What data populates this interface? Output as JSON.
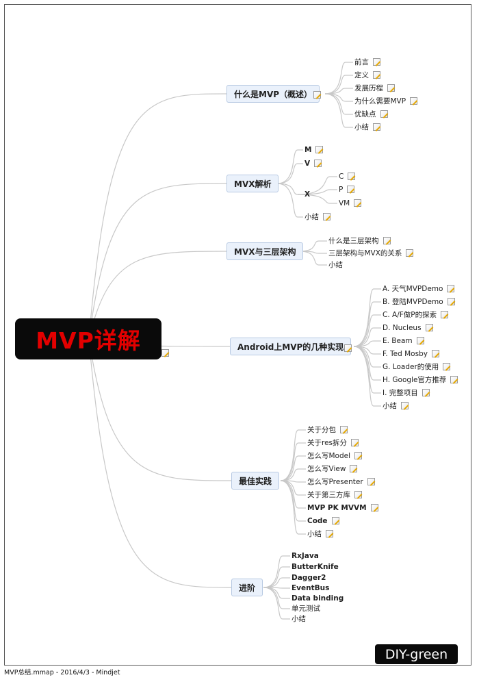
{
  "map": {
    "central": "MVP详解",
    "branches": [
      {
        "title": "什么是MVP（概述）",
        "children": [
          "前言",
          "定义",
          "发展历程",
          "为什么需要MVP",
          "优缺点",
          "小结"
        ]
      },
      {
        "title": "MVX解析",
        "children": [
          "M",
          "V",
          "X",
          "小结"
        ],
        "sub": [
          "C",
          "P",
          "VM"
        ]
      },
      {
        "title": "MVX与三层架构",
        "children": [
          "什么是三层架构",
          "三层架构与MVX的关系",
          "小结"
        ]
      },
      {
        "title": "Android上MVP的几种实现",
        "children": [
          "A. 天气MVPDemo",
          "B. 登陆MVPDemo",
          "C. A/F做P的探索",
          "D. Nucleus",
          "E. Beam",
          "F. Ted Mosby",
          "G. Loader的使用",
          "H. Google官方推荐",
          "I. 完整项目",
          "小结"
        ]
      },
      {
        "title": "最佳实践",
        "children": [
          "关于分包",
          "关于res拆分",
          "怎么写Model",
          "怎么写View",
          "怎么写Presenter",
          "关于第三方库",
          "MVP PK MVVM",
          "Code",
          "小结"
        ]
      },
      {
        "title": "进阶",
        "children": [
          "RxJava",
          "ButterKnife",
          "Dagger2",
          "EventBus",
          "Data binding",
          "单元测试",
          "小结"
        ]
      }
    ]
  },
  "footer": "MVP总结.mmap - 2016/4/3 - Mindjet",
  "brand": "DIY-green",
  "colors": {
    "central_bg": "#0a0a0a",
    "central_text": "#e30000",
    "topic_bg": "#eaf1fb",
    "topic_border": "#b7c9e2",
    "line": "#c8c8c8"
  },
  "icons": {
    "note": "note-icon"
  }
}
